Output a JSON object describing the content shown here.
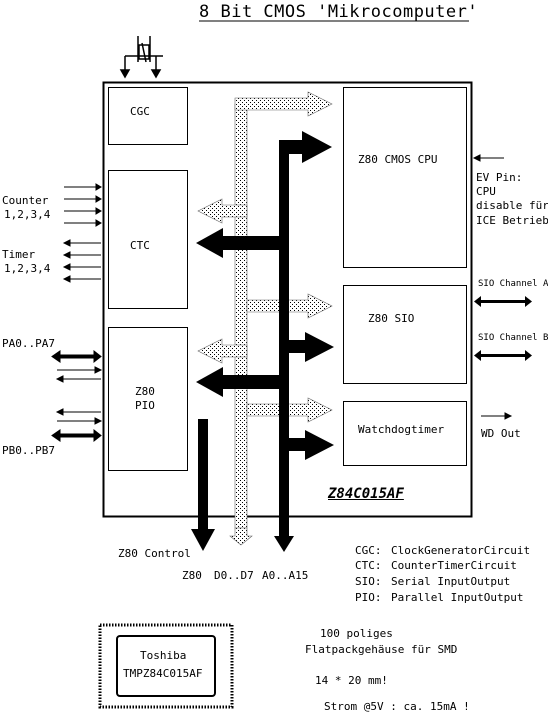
{
  "title": "8 Bit CMOS 'Mikrocomputer'",
  "chip_label": "Z84C015AF",
  "blocks": {
    "cgc": "CGC",
    "ctc": "CTC",
    "pio_line1": "Z80",
    "pio_line2": "PIO",
    "cpu": "Z80 CMOS CPU",
    "sio": "Z80 SIO",
    "wdt": "Watchdogtimer"
  },
  "left_labels": {
    "counter": "Counter",
    "counter_nums": "1,2,3,4",
    "timer": "Timer",
    "timer_nums": "1,2,3,4",
    "pa": "PA0..PA7",
    "pb": "PB0..PB7"
  },
  "right_labels": {
    "ev_pin": "EV Pin:",
    "cpu": "CPU",
    "disable": "disable für",
    "ice": "ICE Betrieb",
    "sio_a": "SIO Channel A",
    "sio_b": "SIO Channel B",
    "wd_out": "WD Out"
  },
  "bottom_labels": {
    "z80_control": "Z80 Control",
    "z80": "Z80",
    "data_bus": "D0..D7",
    "addr_bus": "A0..A15"
  },
  "legend": [
    {
      "abbr": "CGC:",
      "text": "ClockGeneratorCircuit"
    },
    {
      "abbr": "CTC:",
      "text": "CounterTimerCircuit"
    },
    {
      "abbr": "SIO:",
      "text": "Serial InputOutput"
    },
    {
      "abbr": "PIO:",
      "text": "Parallel InputOutput"
    }
  ],
  "package": {
    "maker": "Toshiba",
    "part": "TMPZ84C015AF"
  },
  "notes": {
    "line1": "100 poliges",
    "line2": "Flatpackgehäuse für SMD",
    "size": "14 * 20 mm!",
    "power": "Strom @5V : ca. 15mA !"
  }
}
